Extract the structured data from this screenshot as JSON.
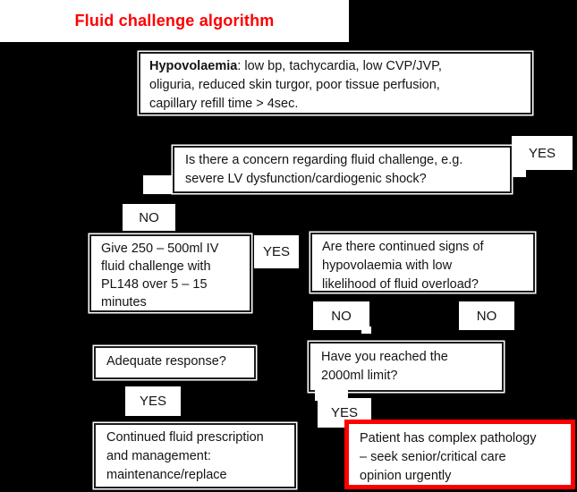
{
  "title": "Fluid challenge algorithm",
  "colors": {
    "accent_red": "#fe0000",
    "background": "#000000",
    "box_bg": "#ffffff",
    "text": "#141414"
  },
  "labels": {
    "yes": "YES",
    "no": "NO"
  },
  "nodes": {
    "hypovolaemia": {
      "bold": "Hypovolaemia",
      "line1_rest": ": low bp, tachycardia, low CVP/JVP,",
      "line2": "oliguria, reduced skin turgor, poor tissue perfusion,",
      "line3": "capillary refill time > 4sec."
    },
    "concern_question": {
      "lines": [
        "Is there a concern regarding fluid challenge, e.g.",
        "severe LV dysfunction/cardiogenic shock?"
      ]
    },
    "give_fluid": {
      "lines": [
        "Give 250 – 500ml IV",
        "fluid challenge with",
        "PL148 over 5 – 15",
        "minutes"
      ]
    },
    "continued_signs_question": {
      "lines": [
        "Are there continued signs of",
        "hypovolaemia with low",
        "likelihood of fluid overload?"
      ]
    },
    "adequate_question": "Adequate response?",
    "limit_question": {
      "lines": [
        "Have you reached the",
        "2000ml limit?"
      ]
    },
    "continued_prescription": {
      "lines": [
        "Continued fluid prescription",
        "and management:",
        "maintenance/replace"
      ]
    },
    "complex_pathology": {
      "lines": [
        "Patient has complex pathology",
        "– seek senior/critical care",
        "opinion urgently"
      ]
    }
  }
}
